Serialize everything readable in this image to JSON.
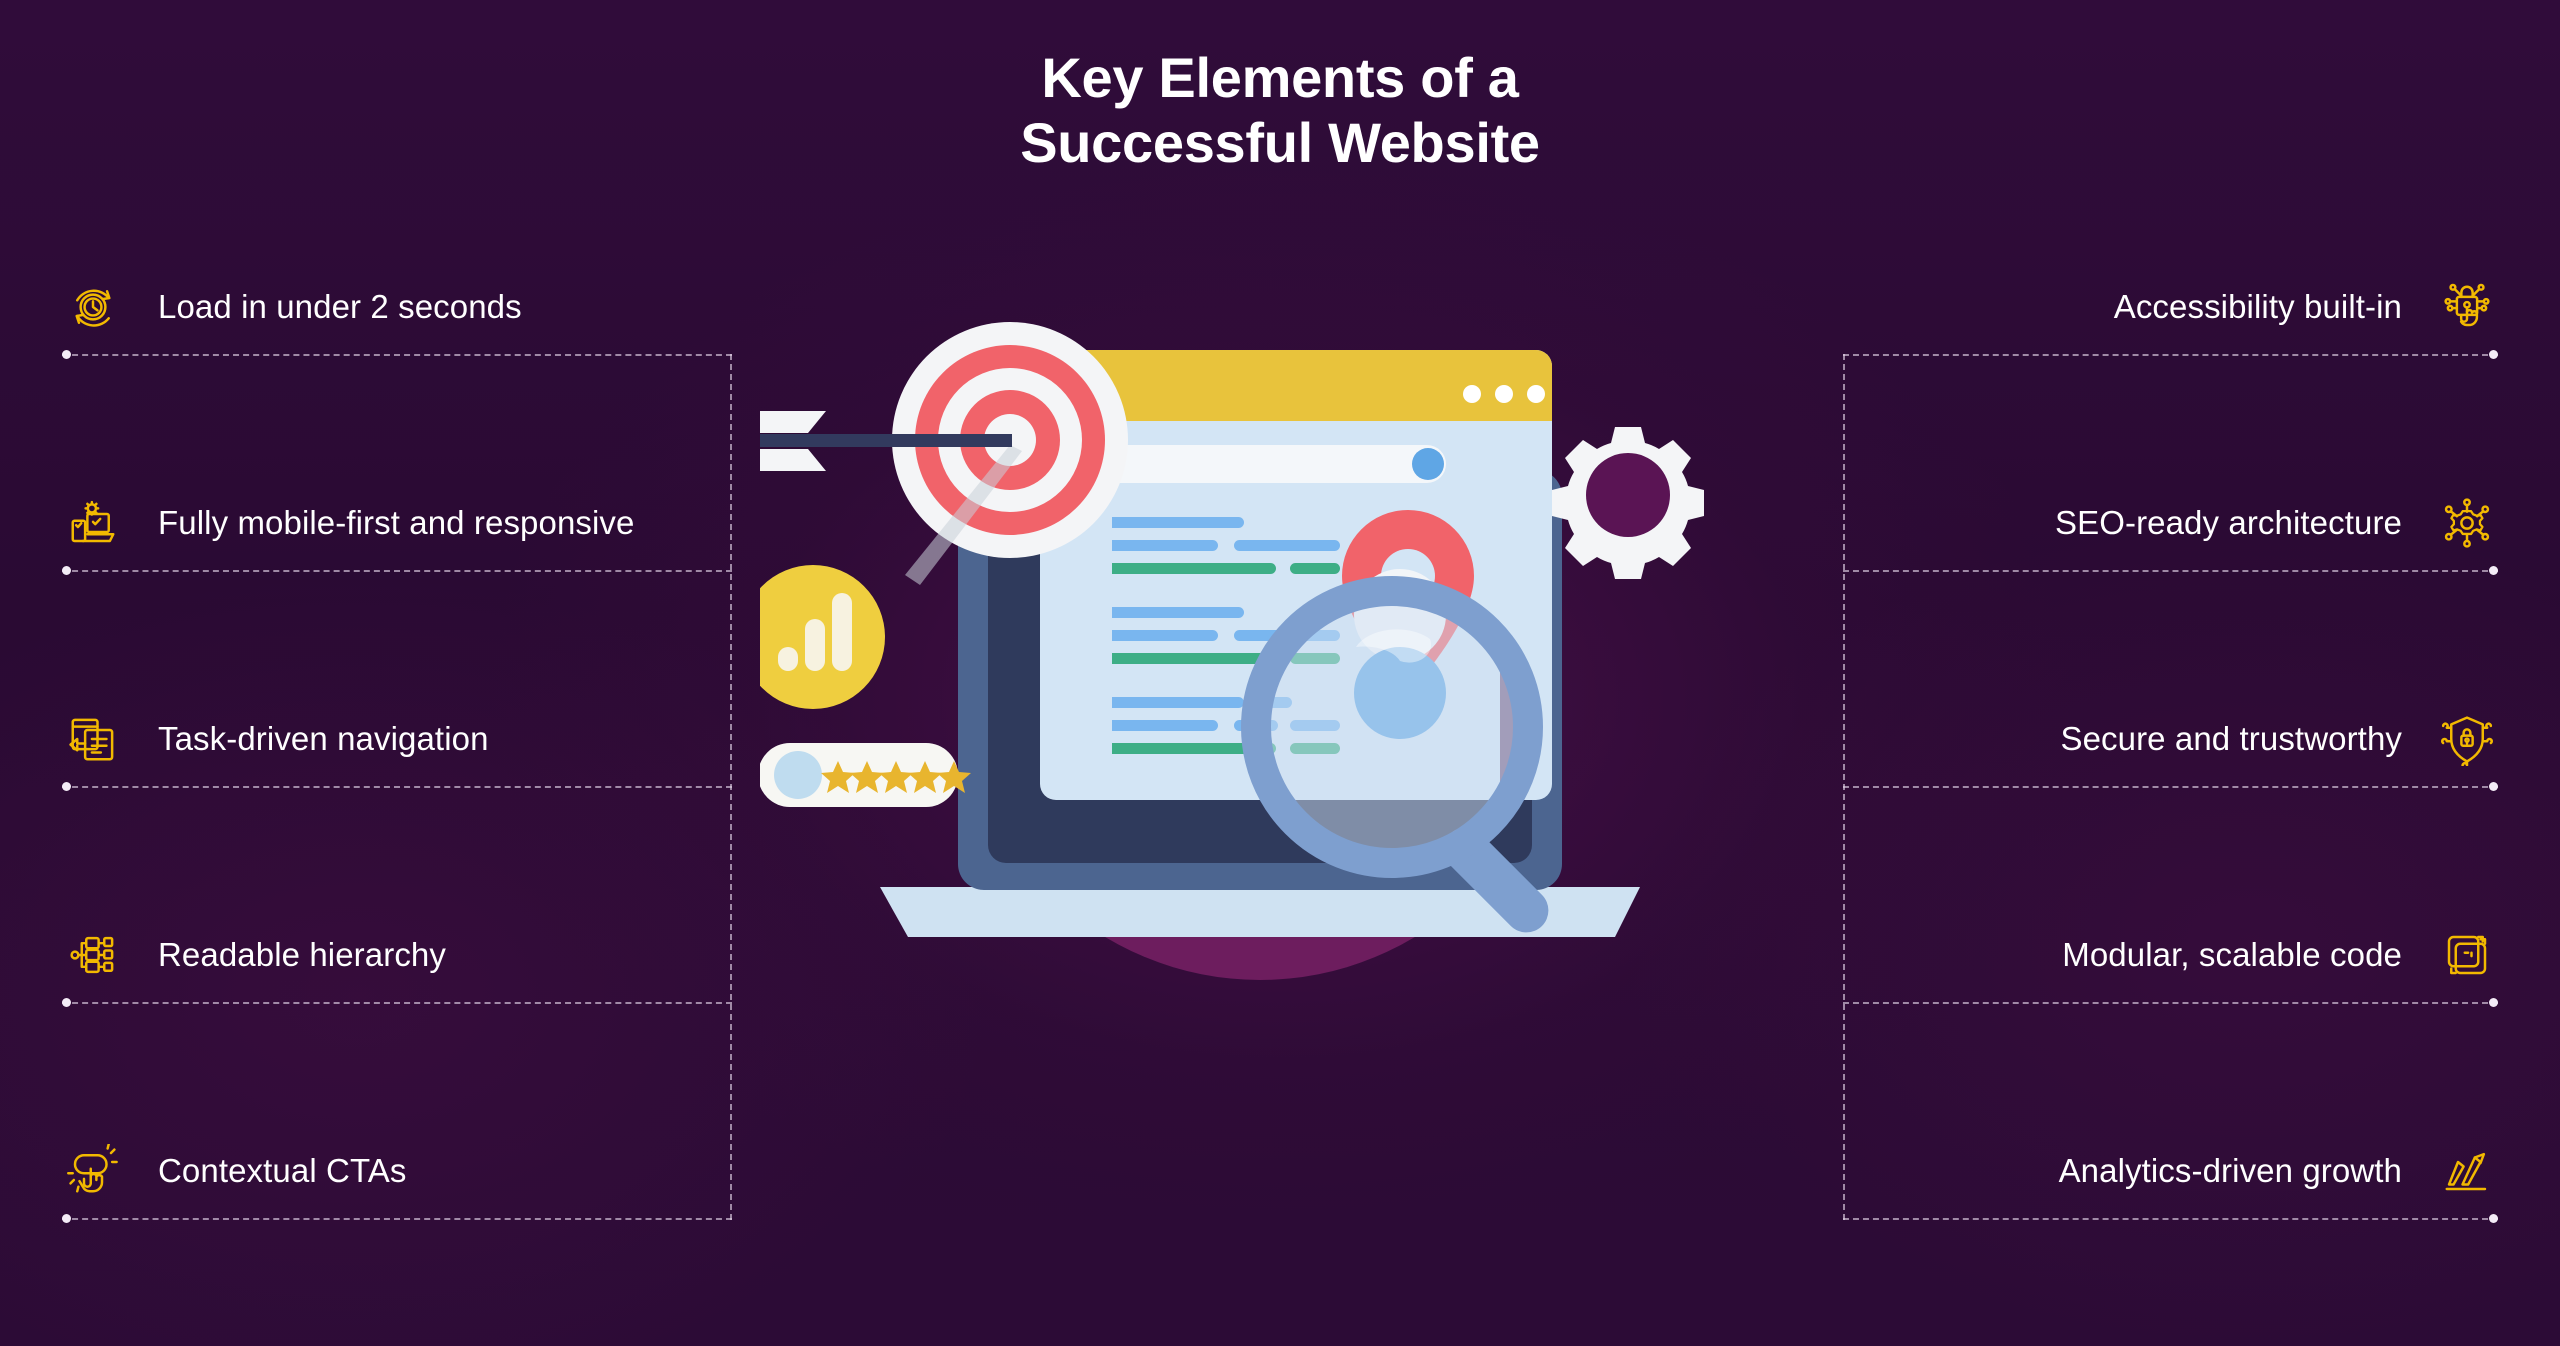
{
  "title": {
    "line1": "Key Elements of a",
    "line2": "Successful Website"
  },
  "colors": {
    "background": "#2b0b34",
    "accent_yellow": "#f2b900",
    "text_white": "#ffffff",
    "dashed_line": "#e6d8eb",
    "illustration_magenta": "#6d1d5e",
    "illustration_red": "#f1636a",
    "illustration_yellow": "#e8c33c",
    "illustration_blue": "#8aa9d6",
    "illustration_navy": "#323a5e"
  },
  "left_column": {
    "items": [
      {
        "label": "Load in under 2 seconds",
        "icon": "clock-refresh-icon"
      },
      {
        "label": "Fully mobile-first and responsive",
        "icon": "responsive-devices-icon"
      },
      {
        "label": "Task-driven navigation",
        "icon": "task-document-arrow-icon"
      },
      {
        "label": "Readable hierarchy",
        "icon": "hierarchy-tree-icon"
      },
      {
        "label": "Contextual CTAs",
        "icon": "cta-click-button-icon"
      }
    ]
  },
  "right_column": {
    "items": [
      {
        "label": "Accessibility built-in",
        "icon": "accessibility-lock-touch-icon"
      },
      {
        "label": "SEO-ready architecture",
        "icon": "seo-network-gear-icon"
      },
      {
        "label": "Secure and trustworthy",
        "icon": "shield-lock-icon"
      },
      {
        "label": "Modular, scalable code",
        "icon": "modular-blocks-icon"
      },
      {
        "label": "Analytics-driven growth",
        "icon": "growth-arrow-chart-icon"
      }
    ]
  },
  "illustration": {
    "name": "website-target-laptop-magnifier-illustration",
    "elements": [
      "magenta-backdrop-circle",
      "dartboard-target",
      "arrow",
      "browser-window",
      "laptop",
      "magnifier",
      "gear",
      "analytics-badge",
      "star-rating-pill",
      "location-pin"
    ],
    "star_rating_count": 5,
    "browser_dots_count": 3,
    "analytics_bars_count": 3
  }
}
